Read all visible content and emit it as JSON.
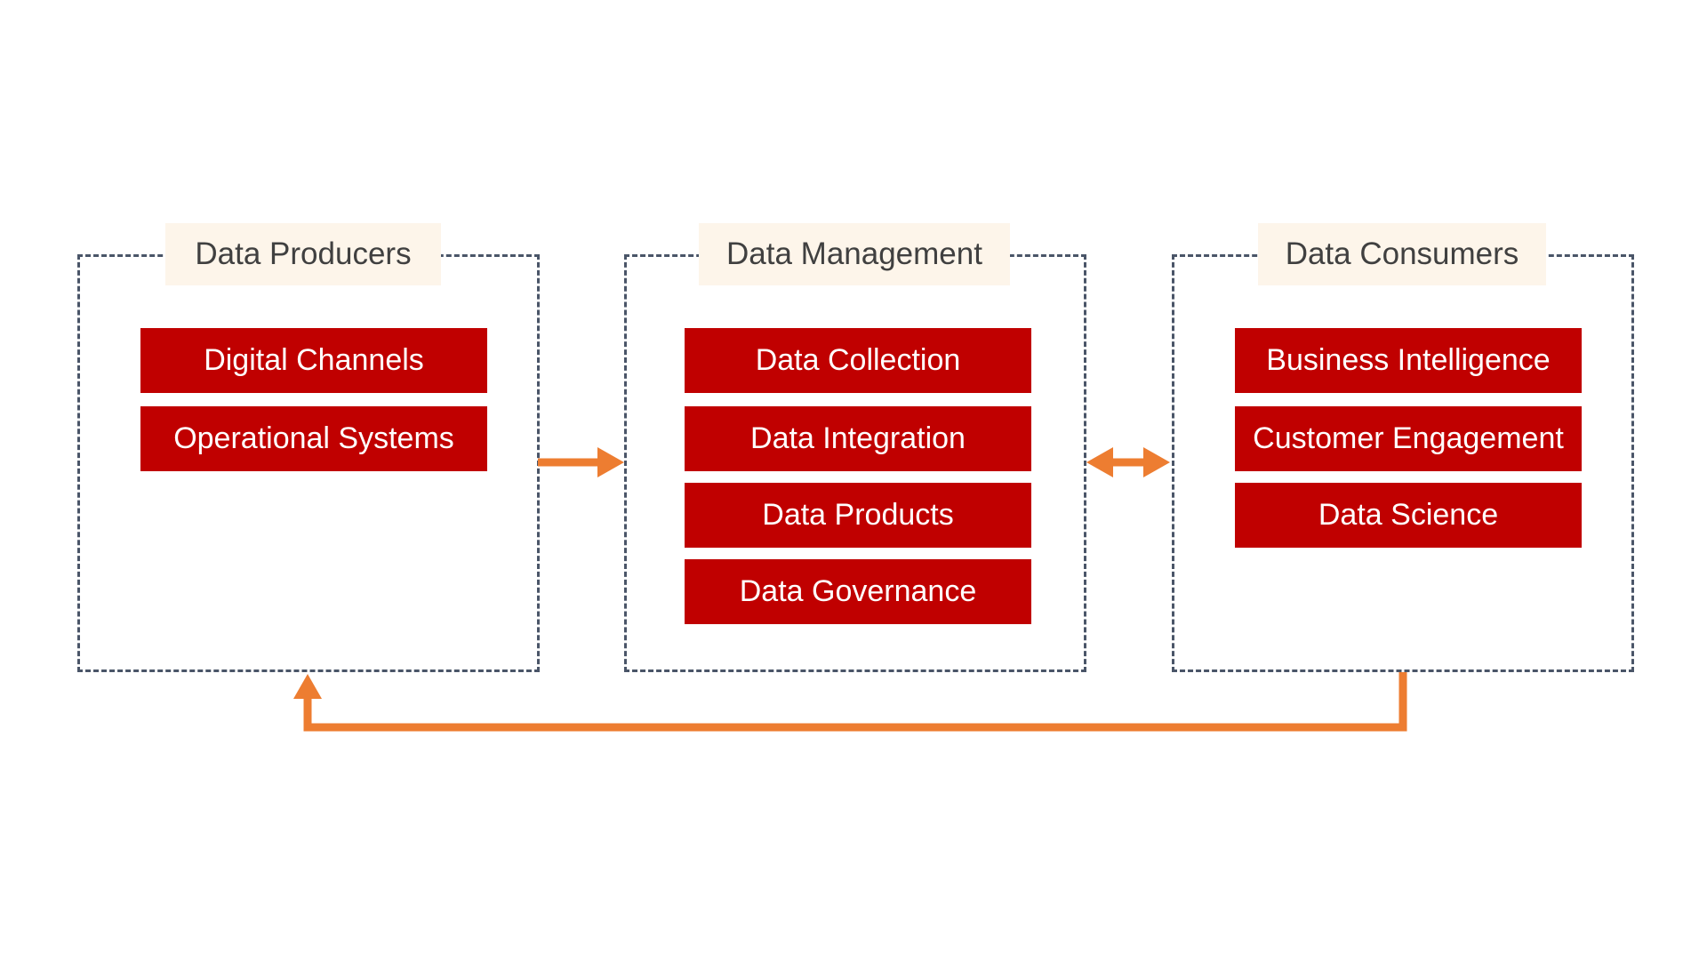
{
  "diagram": {
    "producers": {
      "title": "Data Producers",
      "items": [
        "Digital Channels",
        "Operational Systems"
      ]
    },
    "management": {
      "title": "Data Management",
      "items": [
        "Data Collection",
        "Data Integration",
        "Data Products",
        "Data Governance"
      ]
    },
    "consumers": {
      "title": "Data Consumers",
      "items": [
        "Business Intelligence",
        "Customer Engagement",
        "Data Science"
      ]
    },
    "colors": {
      "item_fill": "#c00000",
      "item_text": "#ffffff",
      "title_fill": "#fdf5ea",
      "title_text": "#404040",
      "border": "#4a5568",
      "arrow": "#ed7d31"
    }
  }
}
